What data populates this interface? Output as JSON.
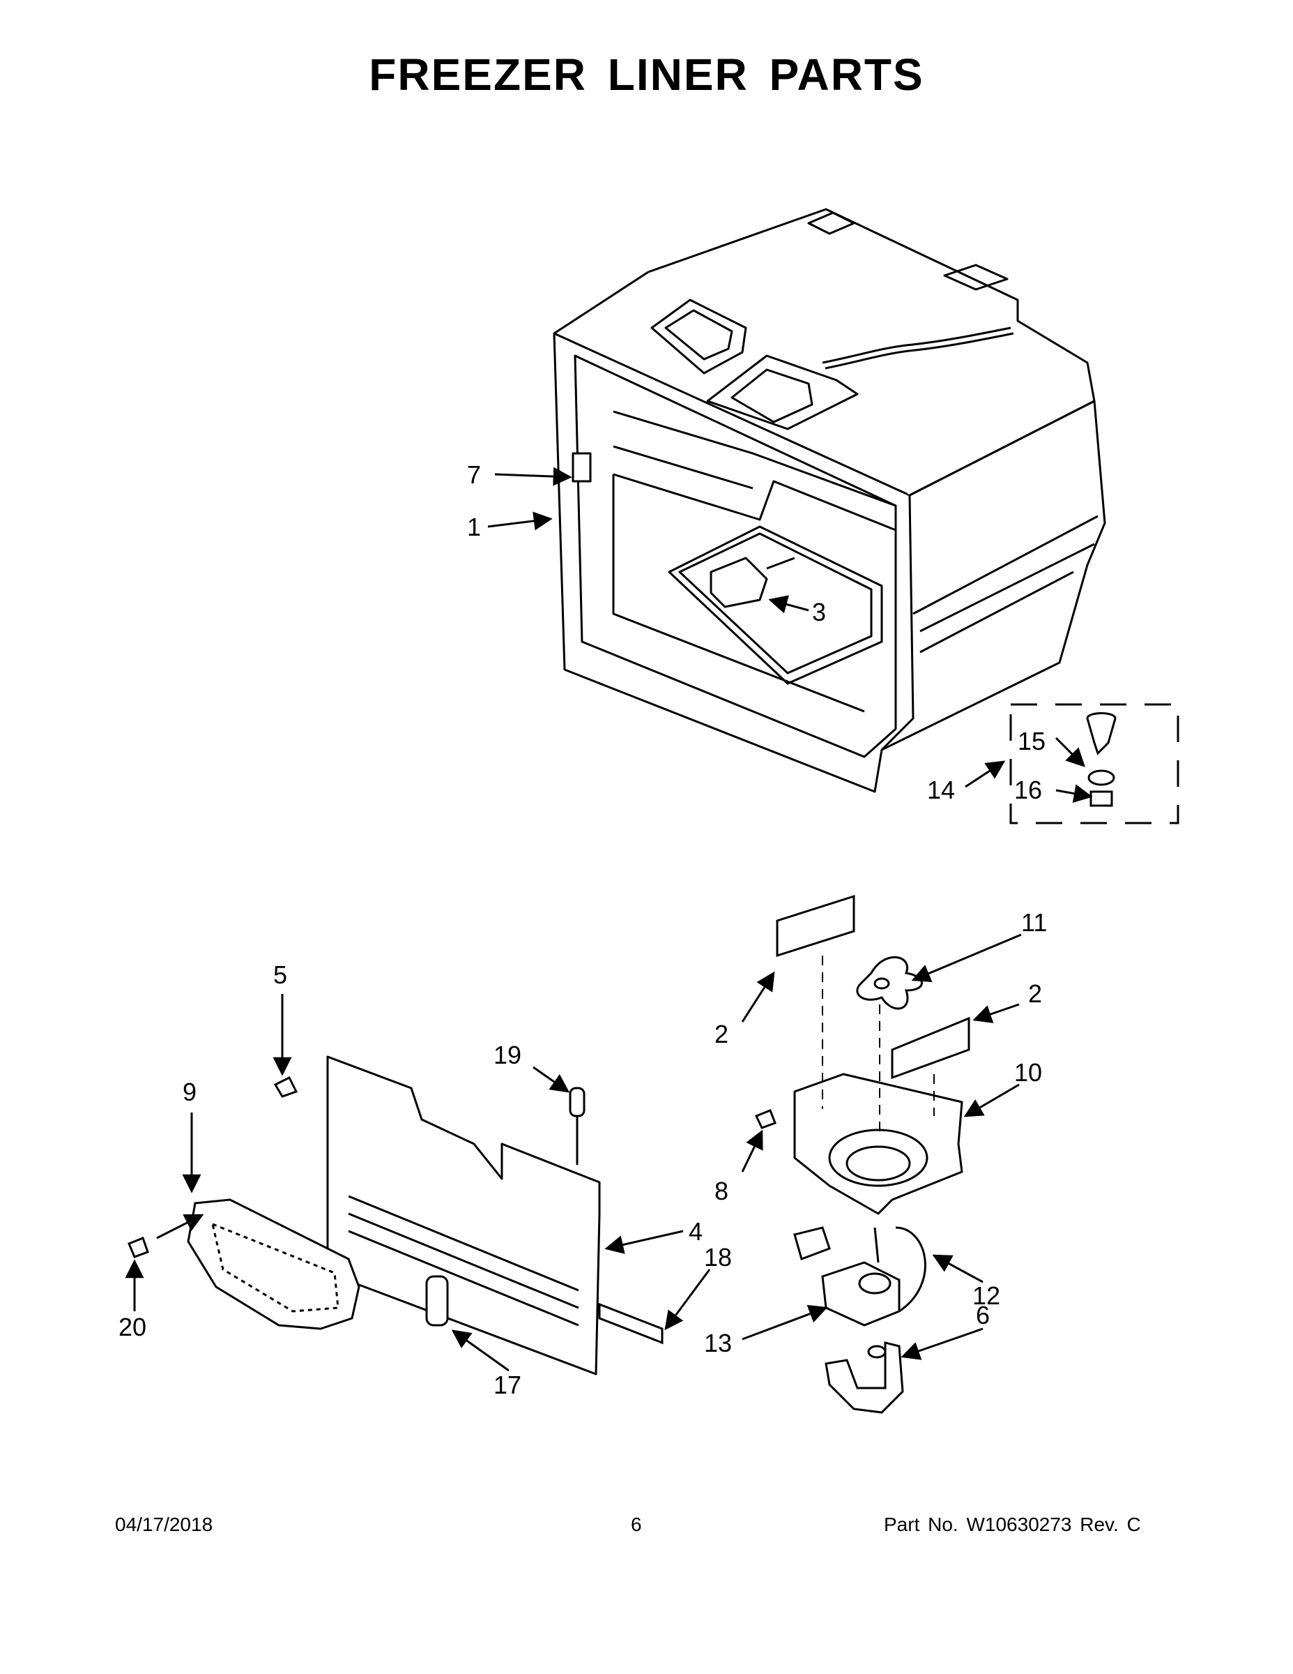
{
  "title": "FREEZER LINER PARTS",
  "callouts": {
    "c1": "1",
    "c2a": "2",
    "c2b": "2",
    "c3": "3",
    "c4": "4",
    "c5": "5",
    "c6": "6",
    "c7": "7",
    "c8": "8",
    "c9": "9",
    "c10": "10",
    "c11": "11",
    "c12": "12",
    "c13": "13",
    "c14": "14",
    "c15": "15",
    "c16": "16",
    "c17": "17",
    "c18": "18",
    "c19": "19",
    "c20": "20"
  },
  "footer": {
    "date": "04/17/2018",
    "page": "6",
    "part": "Part No.  W10630273  Rev.  C"
  }
}
